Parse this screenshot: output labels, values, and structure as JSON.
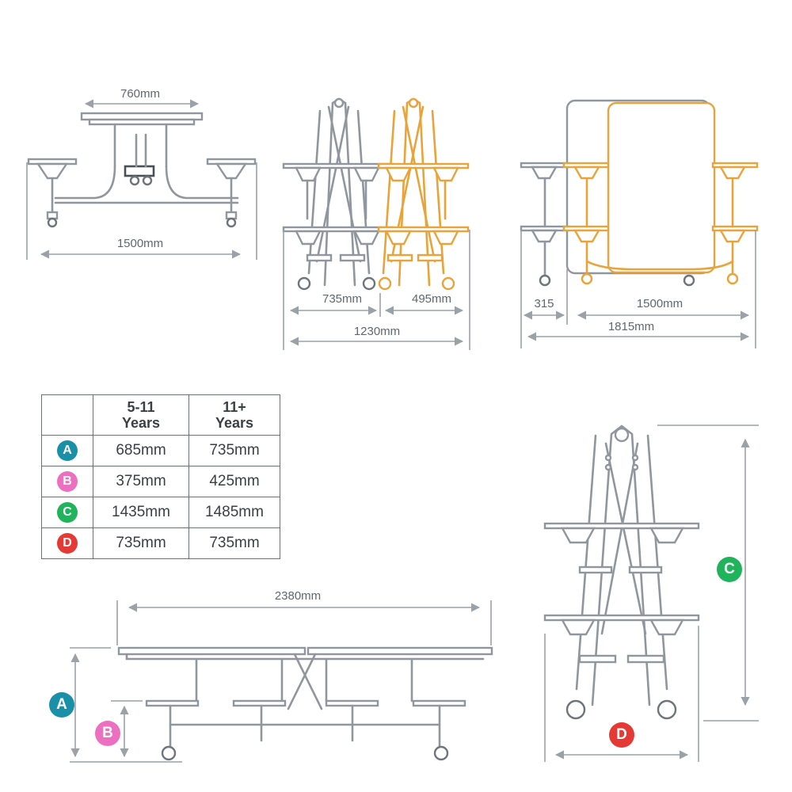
{
  "colors": {
    "A": "#1a8fa8",
    "B": "#ec6fc1",
    "C": "#1fb35b",
    "D": "#e53935",
    "accent_orange": "#e8a33a",
    "line_grey": "#9aa1a8"
  },
  "top_left": {
    "table_width": "760mm",
    "overall_width": "1500mm"
  },
  "top_middle": {
    "folded_depth": "735mm",
    "folded_offset": "495mm",
    "overall": "1230mm"
  },
  "top_right": {
    "offset": "315",
    "unit_length": "1500mm",
    "overall": "1815mm"
  },
  "size_table": {
    "headers": [
      "",
      "5-11\nYears",
      "11+\nYears"
    ],
    "rows": [
      {
        "key": "A",
        "col1": "685mm",
        "col2": "735mm"
      },
      {
        "key": "B",
        "col1": "375mm",
        "col2": "425mm"
      },
      {
        "key": "C",
        "col1": "1435mm",
        "col2": "1485mm"
      },
      {
        "key": "D",
        "col1": "735mm",
        "col2": "735mm"
      }
    ]
  },
  "side_view": {
    "length": "2380mm",
    "label_a": "A",
    "label_b": "B"
  },
  "folded_view": {
    "label_c": "C",
    "label_d": "D"
  }
}
